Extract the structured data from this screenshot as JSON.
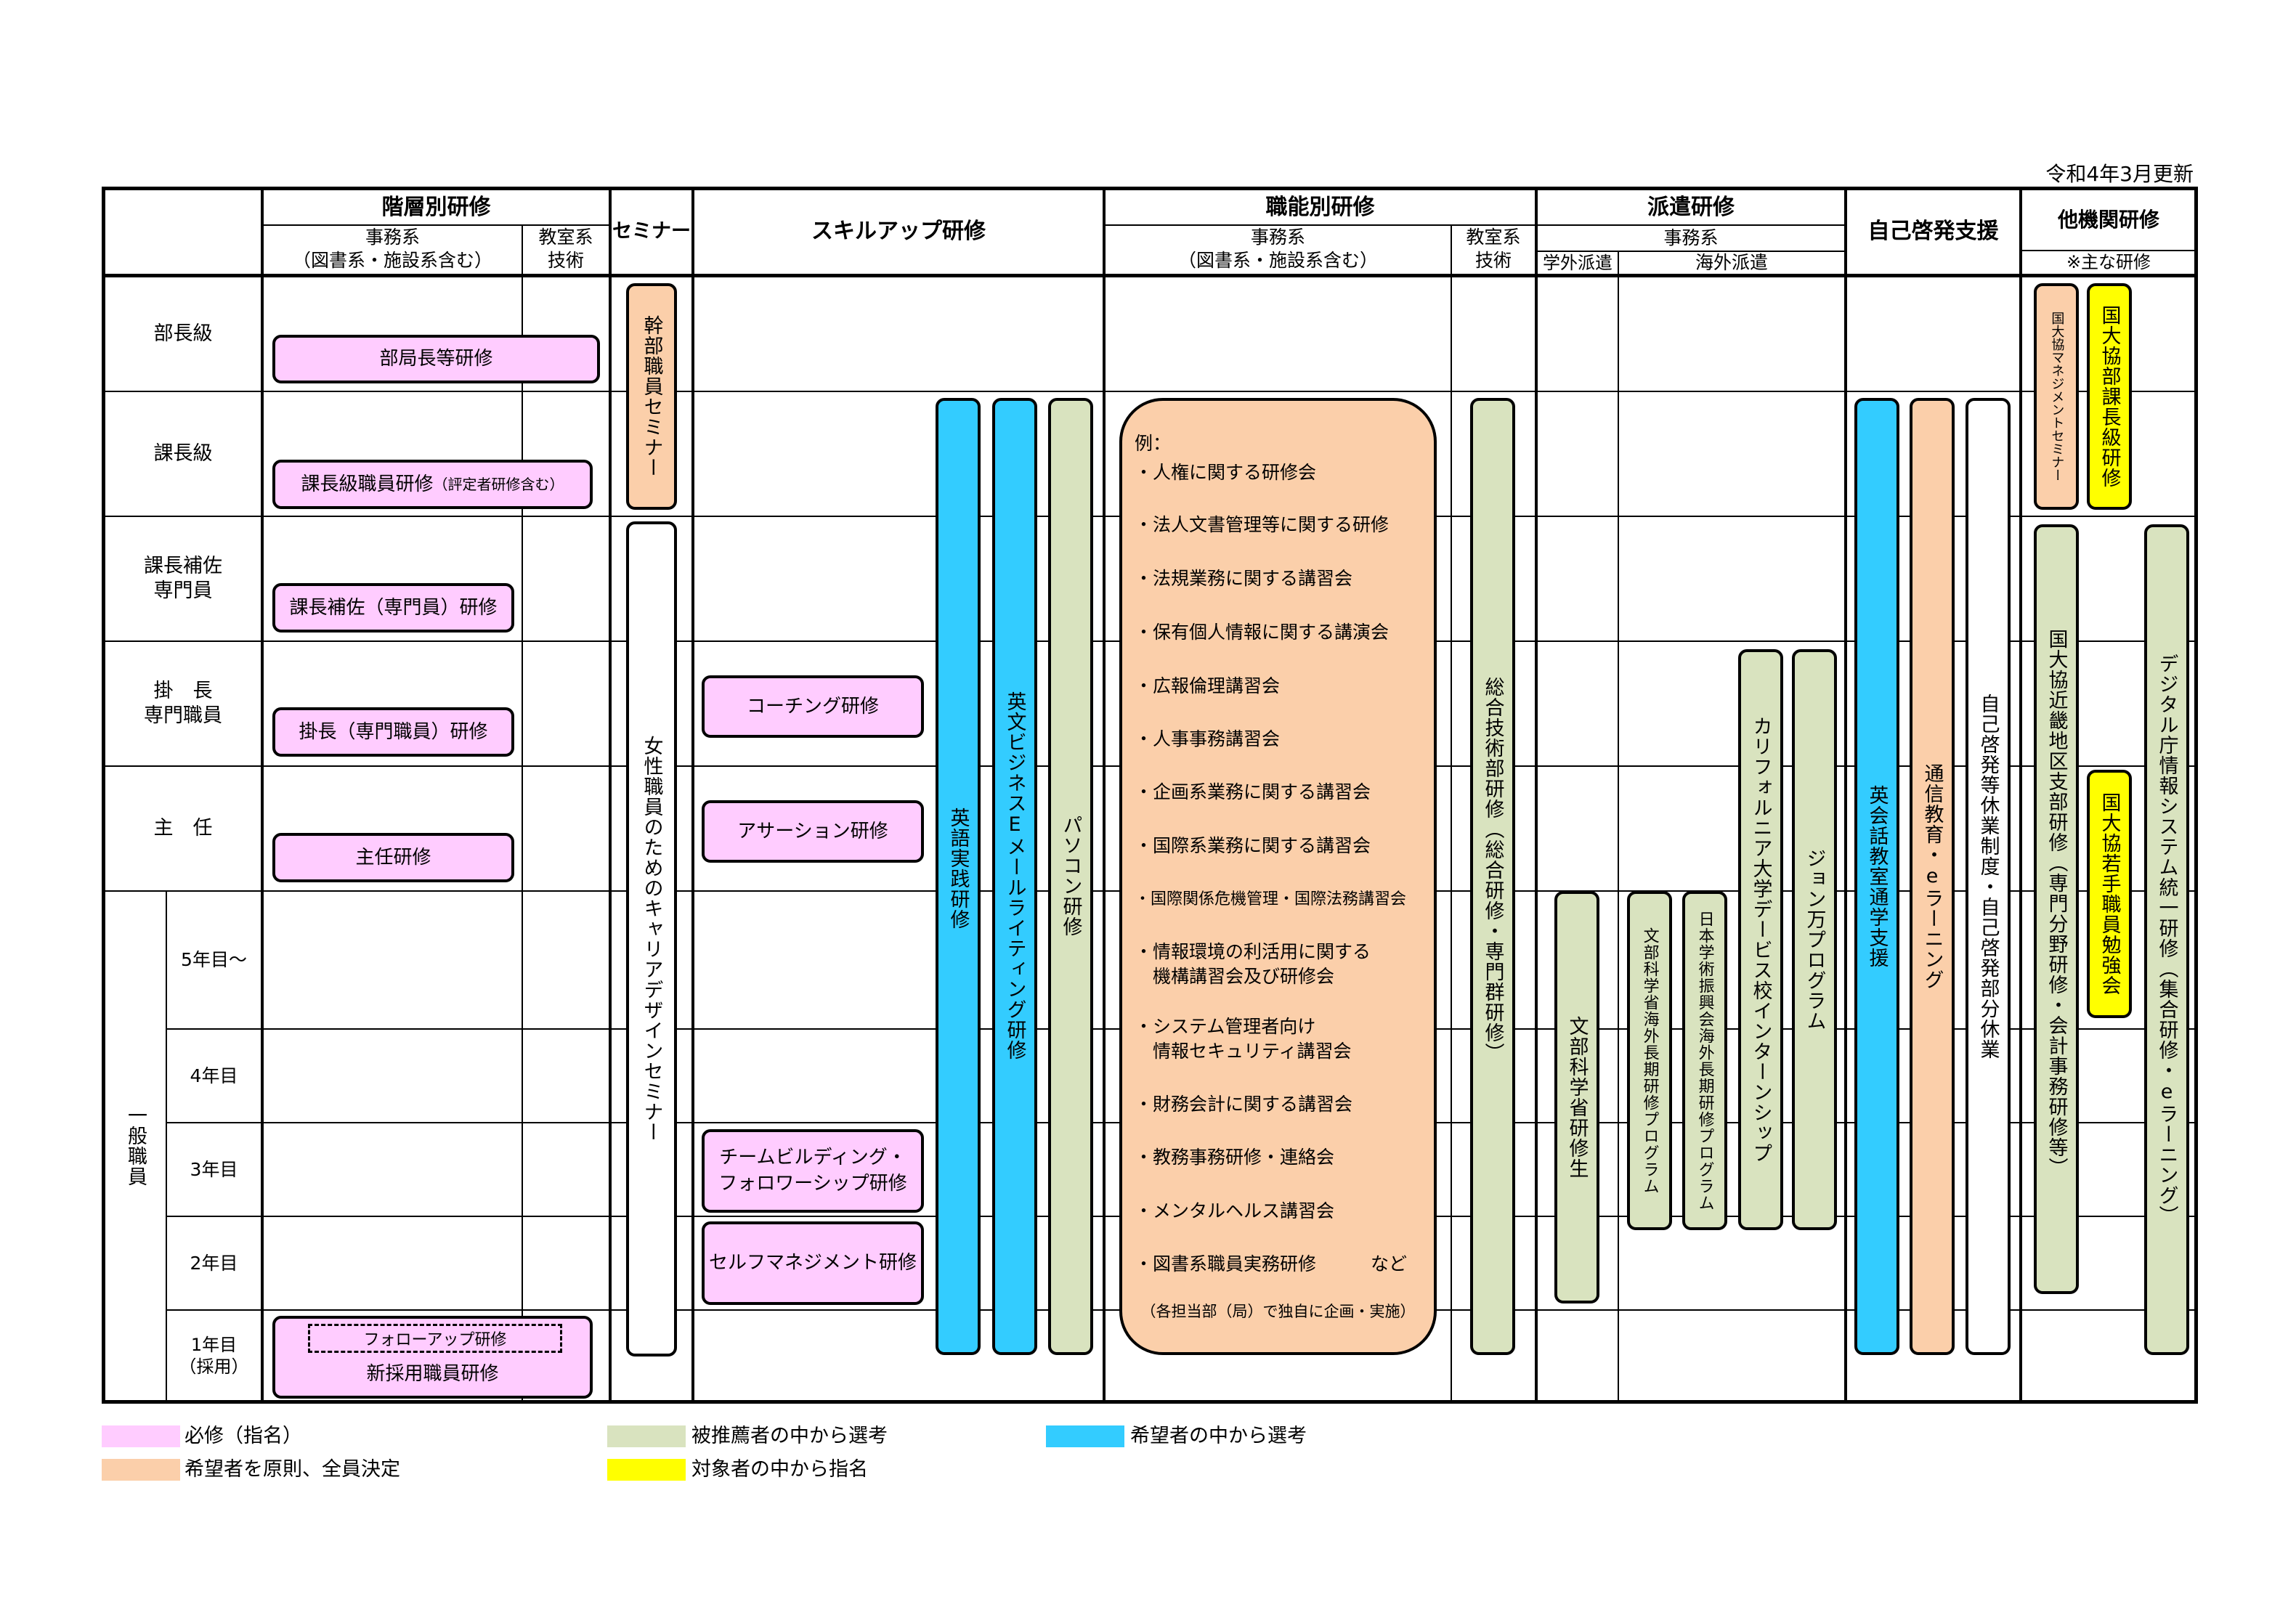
{
  "update_note": "令和4年3月更新",
  "headers": {
    "kaiso": "階層別研修",
    "kaiso_jimu": "事務系",
    "kaiso_jimu_sub": "（図書系・施設系含む）",
    "kaiso_kyoshitsu": "教室系",
    "kaiso_gijutsu": "技術",
    "seminar": "セミナー",
    "skillup": "スキルアップ研修",
    "shokuno": "職能別研修",
    "shokuno_jimu": "事務系",
    "shokuno_jimu_sub": "（図書系・施設系含む）",
    "shokuno_kyoshitsu": "教室系",
    "shokuno_gijutsu": "技術",
    "haken": "派遣研修",
    "haken_jimu": "事務系",
    "haken_gakugai": "学外派遣",
    "haken_kaigai": "海外派遣",
    "jiko": "自己啓発支援",
    "takikan": "他機関研修",
    "takikan_note": "※主な研修"
  },
  "rows": {
    "buchou": "部長級",
    "kachou": "課長級",
    "hosa1": "課長補佐",
    "hosa2": "専門員",
    "kakari1": "掛　長",
    "kakari2": "専門職員",
    "shunin": "主　任",
    "ippan": "一般職員",
    "y5": "5年目～",
    "y4": "4年目",
    "y3": "3年目",
    "y2": "2年目",
    "y1a": "1年目",
    "y1b": "（採用）"
  },
  "boxes": {
    "bukyokucho": "部局長等研修",
    "kachokyu": "課長級職員研修",
    "kachokyu_note": "（評定者研修含む）",
    "hosa": "課長補佐（専門員）研修",
    "kakaricho": "掛長（専門職員）研修",
    "shunin_kenshu": "主任研修",
    "followup": "フォローアップ研修",
    "shinsaiyo": "新採用職員研修",
    "kanbu": "幹部職員セミナー",
    "josei": "女性職員のためのキャリアデザインセミナー",
    "coaching": "コーチング研修",
    "assertion": "アサーション研修",
    "team1": "チームビルディング・",
    "team2": "フォロワーシップ研修",
    "self": "セルフマネジメント研修",
    "eigo": "英語実践研修",
    "eibun": "英文ビジネスEメールライティング研修",
    "pc": "パソコン研修",
    "sogo": "総合技術部研修（総合研修・専門群研修）",
    "monbu": "文部科学省研修生",
    "monbu_kaigai": "文部科学省海外長期研修プログラム",
    "gakushin": "日本学術振興会海外長期研修プログラム",
    "california": "カリフォルニア大学デービス校インターンシップ",
    "john": "ジョン万プログラム",
    "eikaiwa": "英会話教室通学支援",
    "tsushin": "通信教育・eラーニング",
    "kyugyo": "自己啓発等休業制度・自己啓発部分休業",
    "kokudai_mgmt": "国大協マネジメントセミナー",
    "kokudai_bucho": "国大協部課長級研修",
    "kinki": "国大協近畿地区支部研修（専門分野研修・会計事務研修等）",
    "wakate": "国大協若手職員勉強会",
    "digital": "デジタル庁情報システム統一研修（集合研修・eラーニング）"
  },
  "examples": {
    "label": "例：",
    "items": [
      "・人権に関する研修会",
      "・法人文書管理等に関する研修",
      "・法規業務に関する講習会",
      "・保有個人情報に関する講演会",
      "・広報倫理講習会",
      "・人事事務講習会",
      "・企画系業務に関する講習会",
      "・国際系業務に関する講習会",
      "・国際関係危機管理・国際法務講習会",
      "・情報環境の利活用に関する",
      "　機構講習会及び研修会",
      "・システム管理者向け",
      "　情報セキュリティ講習会",
      "・財務会計に関する講習会",
      "・教務事務研修・連絡会",
      "・メンタルヘルス講習会",
      "・図書系職員実務研修　　　など"
    ],
    "note": "（各担当部（局）で独自に企画・実施）"
  },
  "legend": {
    "pink": "必修（指名）",
    "peach": "希望者を原則、全員決定",
    "green": "被推薦者の中から選考",
    "yellow": "対象者の中から指名",
    "blue": "希望者の中から選考"
  },
  "colors": {
    "pink": "#ffccff",
    "peach": "#fbcfaa",
    "green": "#d9e3bf",
    "blue": "#33ccff",
    "yellow": "#ffff00"
  }
}
